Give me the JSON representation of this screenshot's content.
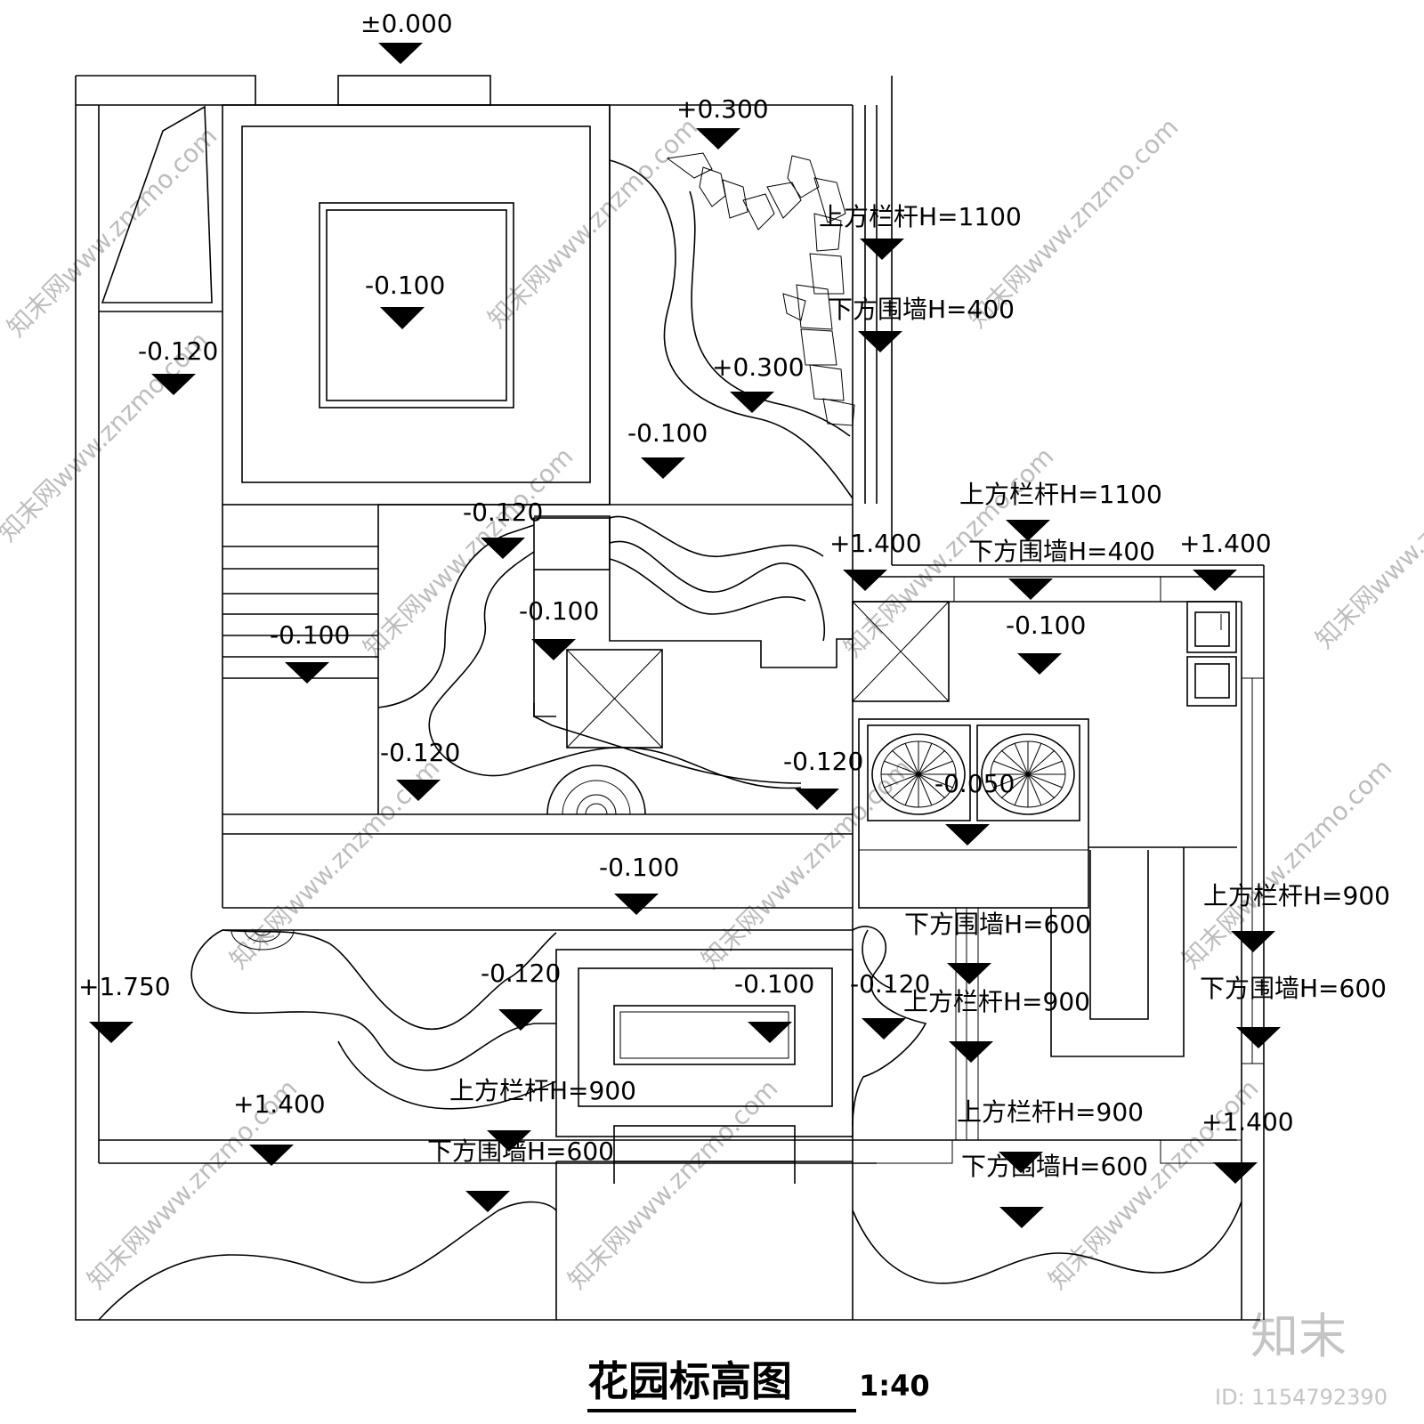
{
  "title": "花园标高图",
  "scale": "1:40",
  "watermark_brand": "知末",
  "watermark_id": "ID: 1154792390",
  "watermark_url": "知末网www.znzmo.com",
  "elevations": [
    "±0.000",
    "+0.300",
    "+0.300",
    "-0.100",
    "-0.120",
    "-0.100",
    "-0.120",
    "-0.100",
    "-0.100",
    "-0.120",
    "-0.120",
    "-0.100",
    "-0.050",
    "-0.100",
    "+1.750",
    "-0.120",
    "-0.100",
    "-0.120",
    "+1.400",
    "+1.400",
    "+1.400",
    "+1.400"
  ],
  "heights": [
    "上方栏杆H=1100",
    "下方围墙H=400",
    "上方栏杆H=1100",
    "下方围墙H=400",
    "上方栏杆H=900",
    "下方围墙H=600",
    "上方栏杆H=900",
    "下方围墙H=600",
    "上方栏杆H=900",
    "下方围墙H=600",
    "上方栏杆H=900",
    "下方围墙H=600"
  ]
}
